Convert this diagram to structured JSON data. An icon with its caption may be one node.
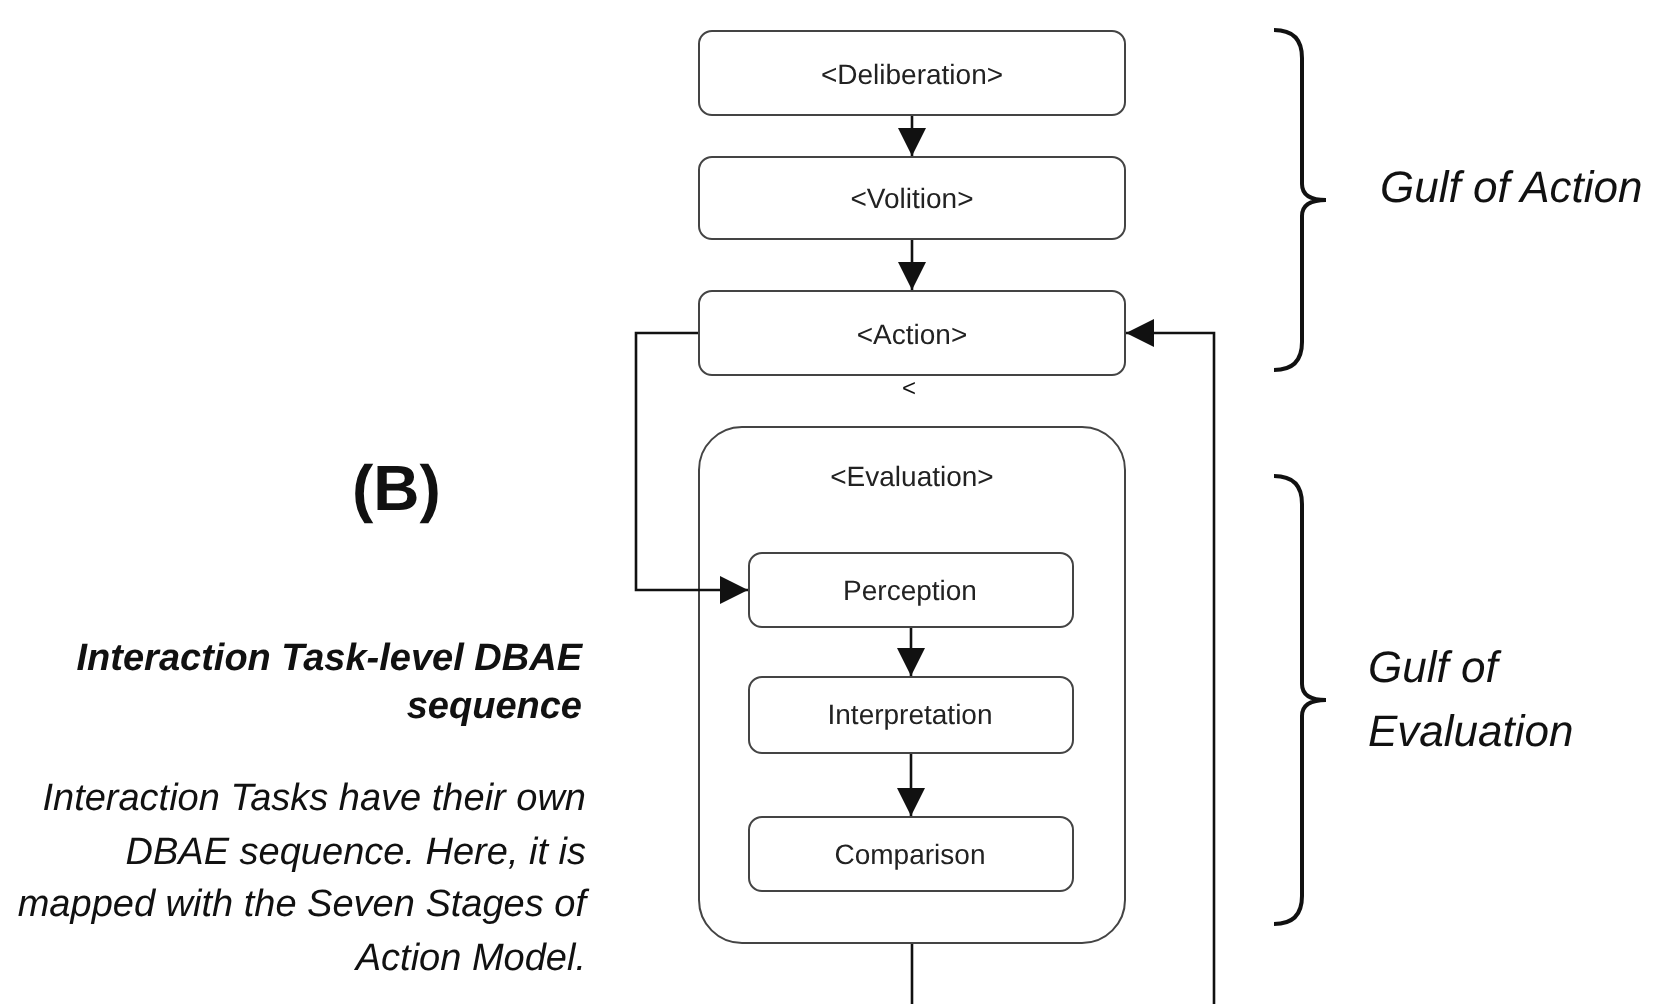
{
  "diagram": {
    "nodes": [
      {
        "text": [
          "<Deliberation>"
        ]
      },
      {
        "text": [
          "<Volition>"
        ]
      },
      {
        "text": [
          "<Action>"
        ]
      },
      {
        "text": [
          "<Evaluation>"
        ]
      },
      {
        "text": [
          "Perception"
        ],
        "in": 3
      },
      {
        "text": [
          "Interpretation"
        ],
        "in": 3
      },
      {
        "text": [
          "Comparison"
        ],
        "in": 3
      }
    ],
    "edges": [
      {
        "from": 0,
        "to": 1,
        "arrow": "to"
      },
      {
        "from": 1,
        "to": 2,
        "arrow": "to"
      },
      {
        "from": 2,
        "to": 4,
        "arrow": "to"
      },
      {
        "from": 4,
        "to": 5,
        "arrow": "to"
      },
      {
        "from": 5,
        "to": 6,
        "arrow": "to"
      },
      {
        "from": 3,
        "to": null,
        "arrow": "none"
      },
      {
        "from": null,
        "to": 2,
        "arrow": "to"
      }
    ],
    "labels": [
      "Gulf of Action",
      "<",
      "(B)",
      "Interaction Task-level DBAE sequence",
      "Gulf of Evaluation",
      "Interaction Tasks have their own DBAE sequence. Here, it is mapped with the Seven Stages of Action Model."
    ]
  }
}
